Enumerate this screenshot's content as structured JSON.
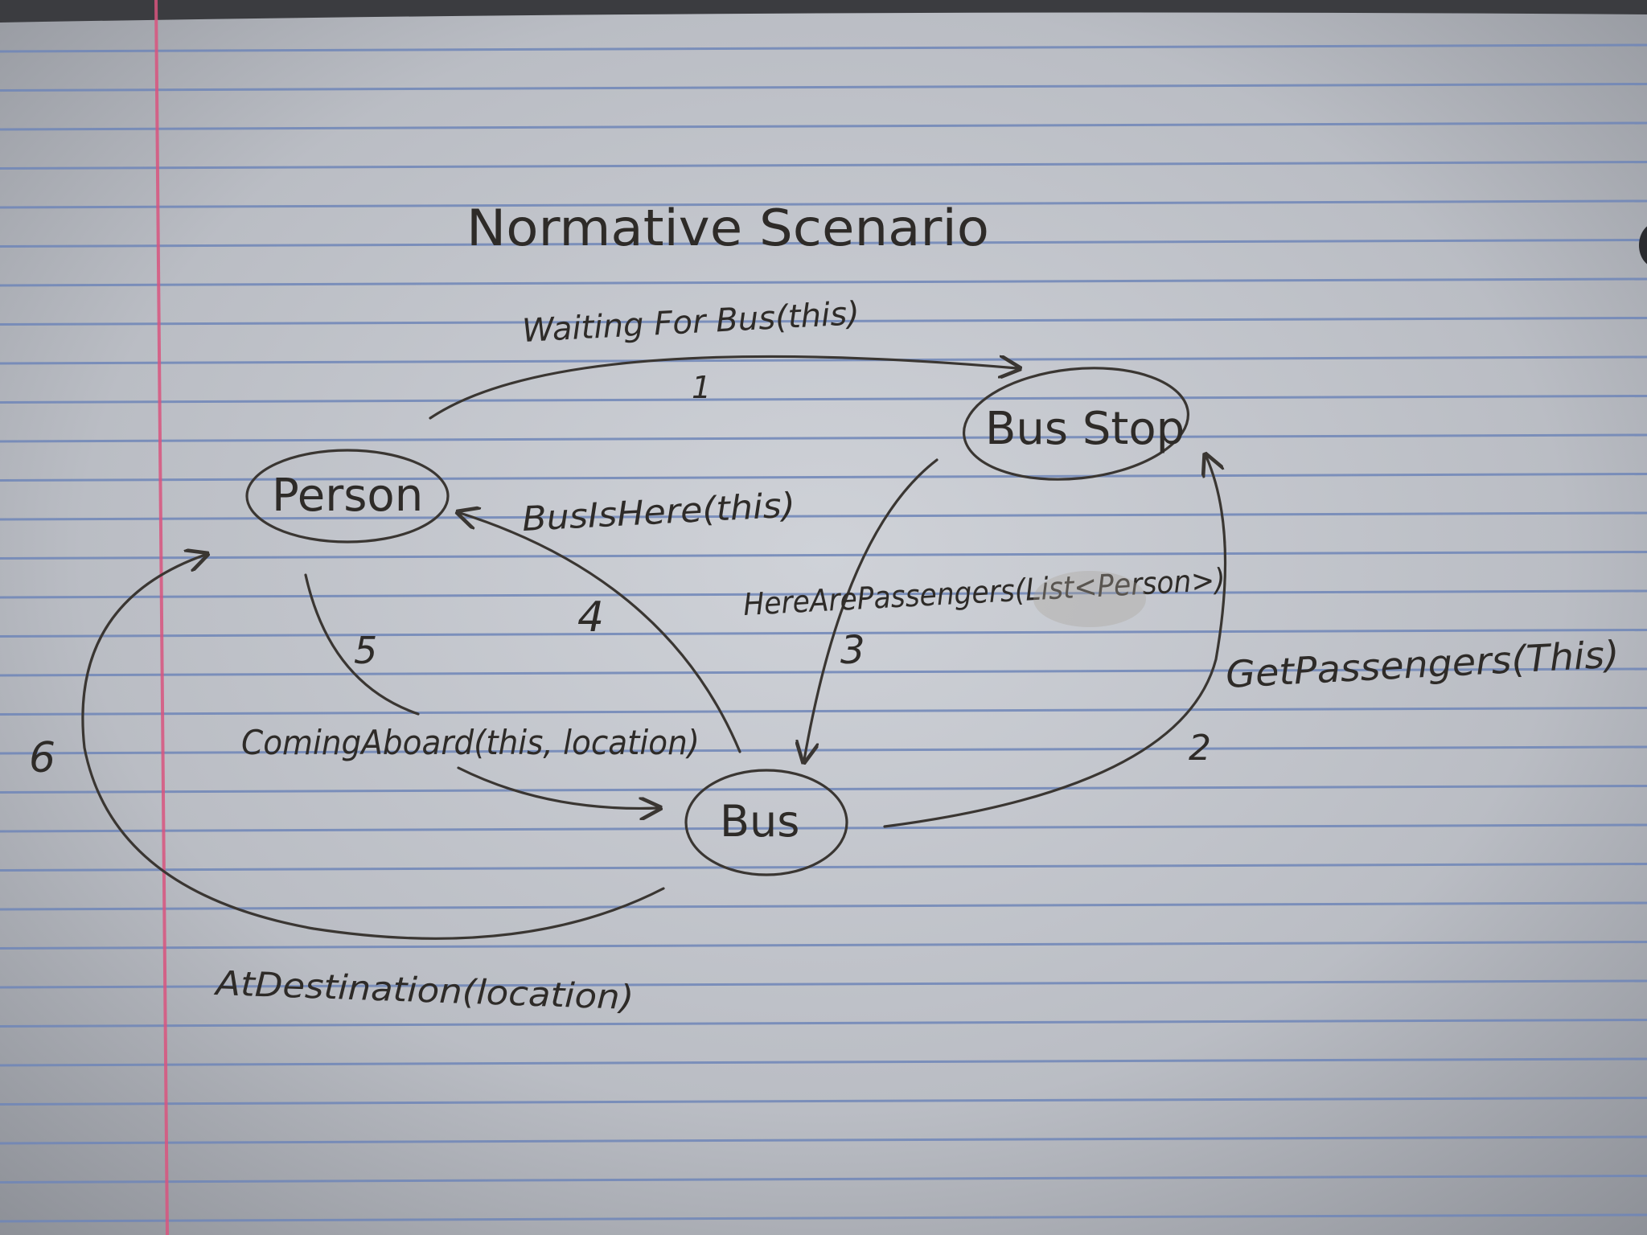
{
  "title": "Normative Scenario",
  "nodes": {
    "person": "Person",
    "bus_stop": "Bus Stop",
    "bus": "Bus"
  },
  "messages": [
    {
      "step": "1",
      "label": "Waiting For Bus(this)"
    },
    {
      "step": "2",
      "label": "GetPassengers(This)"
    },
    {
      "step": "3",
      "label": "HereArePassengers(List<Person>)"
    },
    {
      "step": "4",
      "label": "BusIsHere(this)"
    },
    {
      "step": "5",
      "label": "ComingAboard(this, location)"
    },
    {
      "step": "6",
      "label": "AtDestination(location)"
    }
  ],
  "colors": {
    "paper": "#c9ccd2",
    "rule_line": "#6f86b8",
    "margin_line": "#d9557f",
    "ink": "#2e2b28"
  }
}
